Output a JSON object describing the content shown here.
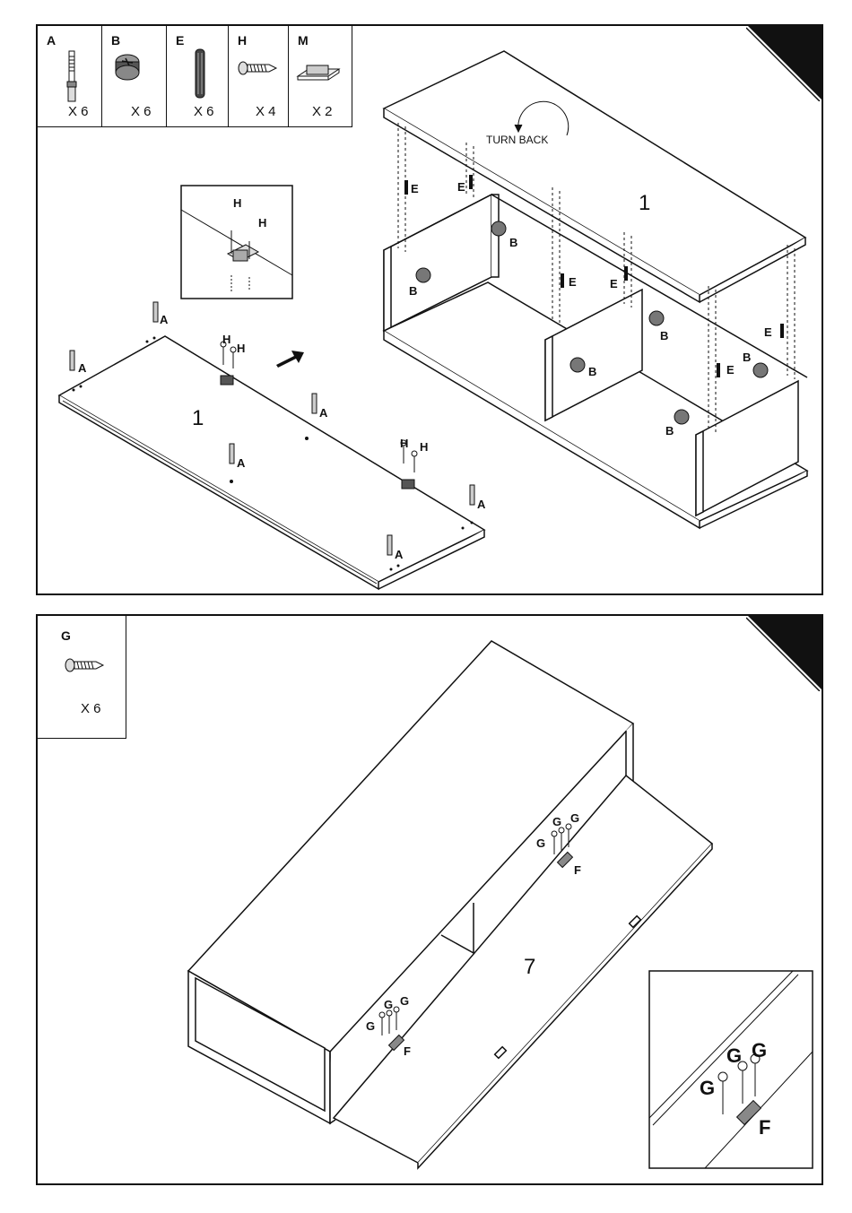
{
  "step1": {
    "parts": [
      {
        "label": "A",
        "qty": "X 6",
        "icon": "cam-bolt-icon"
      },
      {
        "label": "B",
        "qty": "X 6",
        "icon": "cam-lock-icon"
      },
      {
        "label": "E",
        "qty": "X 6",
        "icon": "wood-dowel-icon"
      },
      {
        "label": "H",
        "qty": "X 4",
        "icon": "screw-icon"
      },
      {
        "label": "M",
        "qty": "X 2",
        "icon": "magnet-catch-icon"
      }
    ],
    "turn_back": "TURN BACK",
    "panel_number_left": "1",
    "panel_number_right": "1",
    "labels": {
      "a": "A",
      "b": "B",
      "e": "E",
      "h": "H"
    }
  },
  "step2": {
    "parts": [
      {
        "label": "G",
        "qty": "X 6",
        "icon": "screw-icon"
      }
    ],
    "panel_number": "7",
    "labels": {
      "g": "G",
      "f": "F"
    }
  }
}
